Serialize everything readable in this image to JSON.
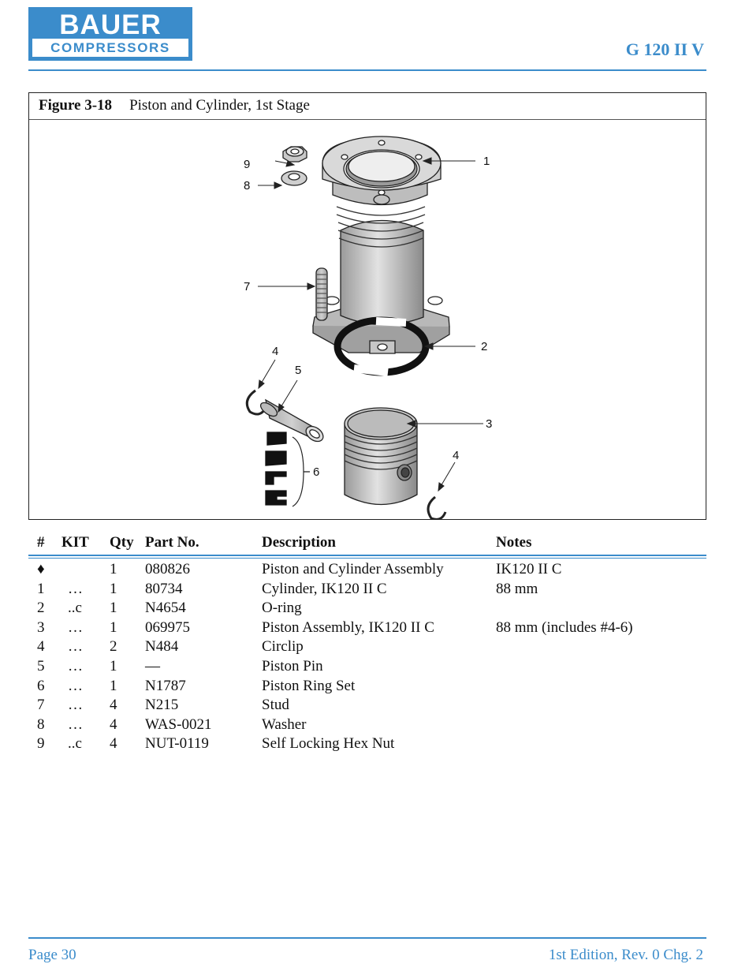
{
  "header": {
    "logo_top": "BAUER",
    "logo_bottom": "COMPRESSORS",
    "model": "G 120 II V"
  },
  "figure": {
    "number": "Figure 3-18",
    "title": "Piston and Cylinder, 1st Stage",
    "callouts": [
      "1",
      "2",
      "3",
      "4",
      "4",
      "5",
      "6",
      "7",
      "8",
      "9"
    ]
  },
  "table": {
    "headers": [
      "#",
      "KIT",
      "Qty",
      "Part No.",
      "Description",
      "Notes"
    ],
    "rows": [
      {
        "num": "♦",
        "kit": "",
        "qty": "1",
        "part": "080826",
        "desc": "Piston and Cylinder Assembly",
        "notes": "IK120 II C"
      },
      {
        "num": "1",
        "kit": "…",
        "qty": "1",
        "part": "80734",
        "desc": "Cylinder, IK120 II C",
        "notes": "88 mm"
      },
      {
        "num": "2",
        "kit": "..c",
        "qty": "1",
        "part": "N4654",
        "desc": "O-ring",
        "notes": ""
      },
      {
        "num": "3",
        "kit": "…",
        "qty": "1",
        "part": "069975",
        "desc": "Piston Assembly, IK120 II C",
        "notes": "88 mm (includes #4-6)"
      },
      {
        "num": "4",
        "kit": "…",
        "qty": "2",
        "part": "N484",
        "desc": "Circlip",
        "notes": ""
      },
      {
        "num": "5",
        "kit": "…",
        "qty": "1",
        "part": "—",
        "desc": "Piston Pin",
        "notes": ""
      },
      {
        "num": "6",
        "kit": "…",
        "qty": "1",
        "part": "N1787",
        "desc": "Piston Ring Set",
        "notes": ""
      },
      {
        "num": "7",
        "kit": "…",
        "qty": "4",
        "part": "N215",
        "desc": "Stud",
        "notes": ""
      },
      {
        "num": "8",
        "kit": "…",
        "qty": "4",
        "part": "WAS-0021",
        "desc": "Washer",
        "notes": ""
      },
      {
        "num": "9",
        "kit": "..c",
        "qty": "4",
        "part": "NUT-0119",
        "desc": "Self Locking Hex Nut",
        "notes": ""
      }
    ]
  },
  "footer": {
    "page": "Page 30",
    "edition": "1st Edition, Rev. 0 Chg. 2"
  },
  "colors": {
    "accent": "#3b8ccb"
  }
}
